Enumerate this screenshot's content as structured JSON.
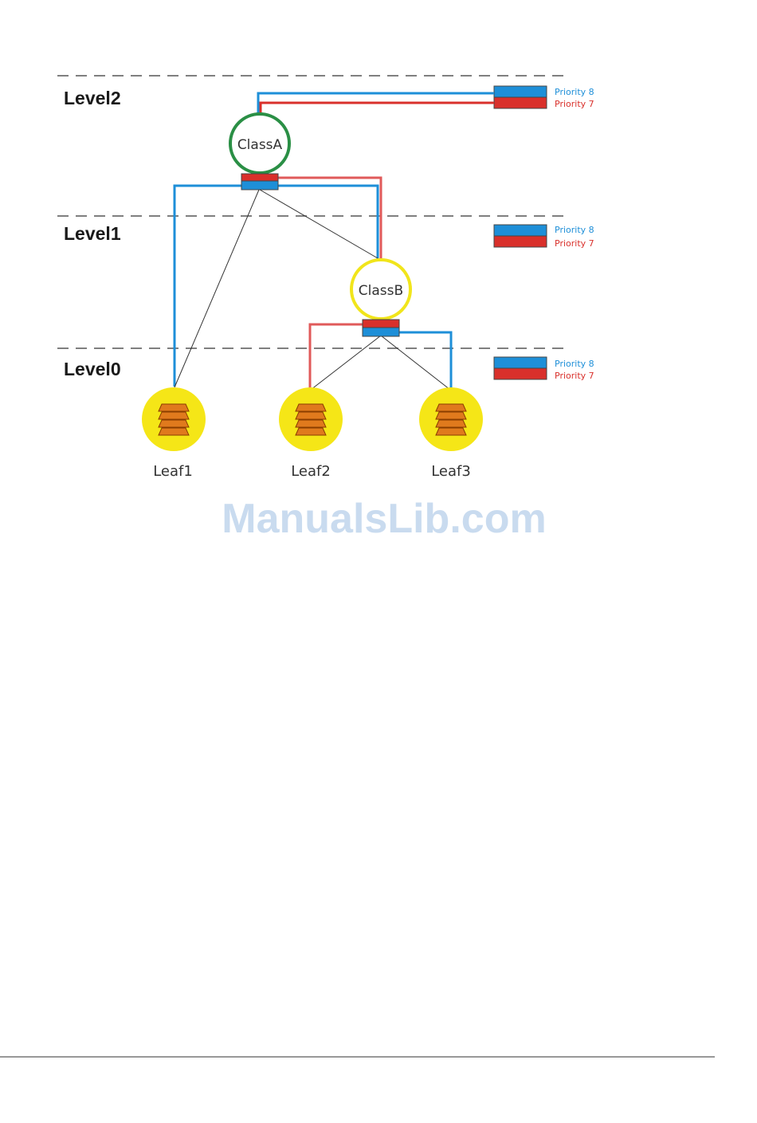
{
  "levels": [
    "Level2",
    "Level1",
    "Level0"
  ],
  "priority_legend": {
    "high_label": "Priority 8",
    "low_label": "Priority 7"
  },
  "classes": {
    "class_a": "ClassA",
    "class_b": "ClassB"
  },
  "leaves": [
    "Leaf1",
    "Leaf2",
    "Leaf3"
  ],
  "watermark": "ManualsLib.com",
  "colors": {
    "priority_high": "#1e8fd8",
    "priority_low": "#d9302b",
    "class_a_ring": "#2a8f45",
    "class_b_ring": "#f1e51b",
    "leaf_fill": "#f5e617",
    "queue_fill": "#e07a1d",
    "dash": "#555555"
  }
}
